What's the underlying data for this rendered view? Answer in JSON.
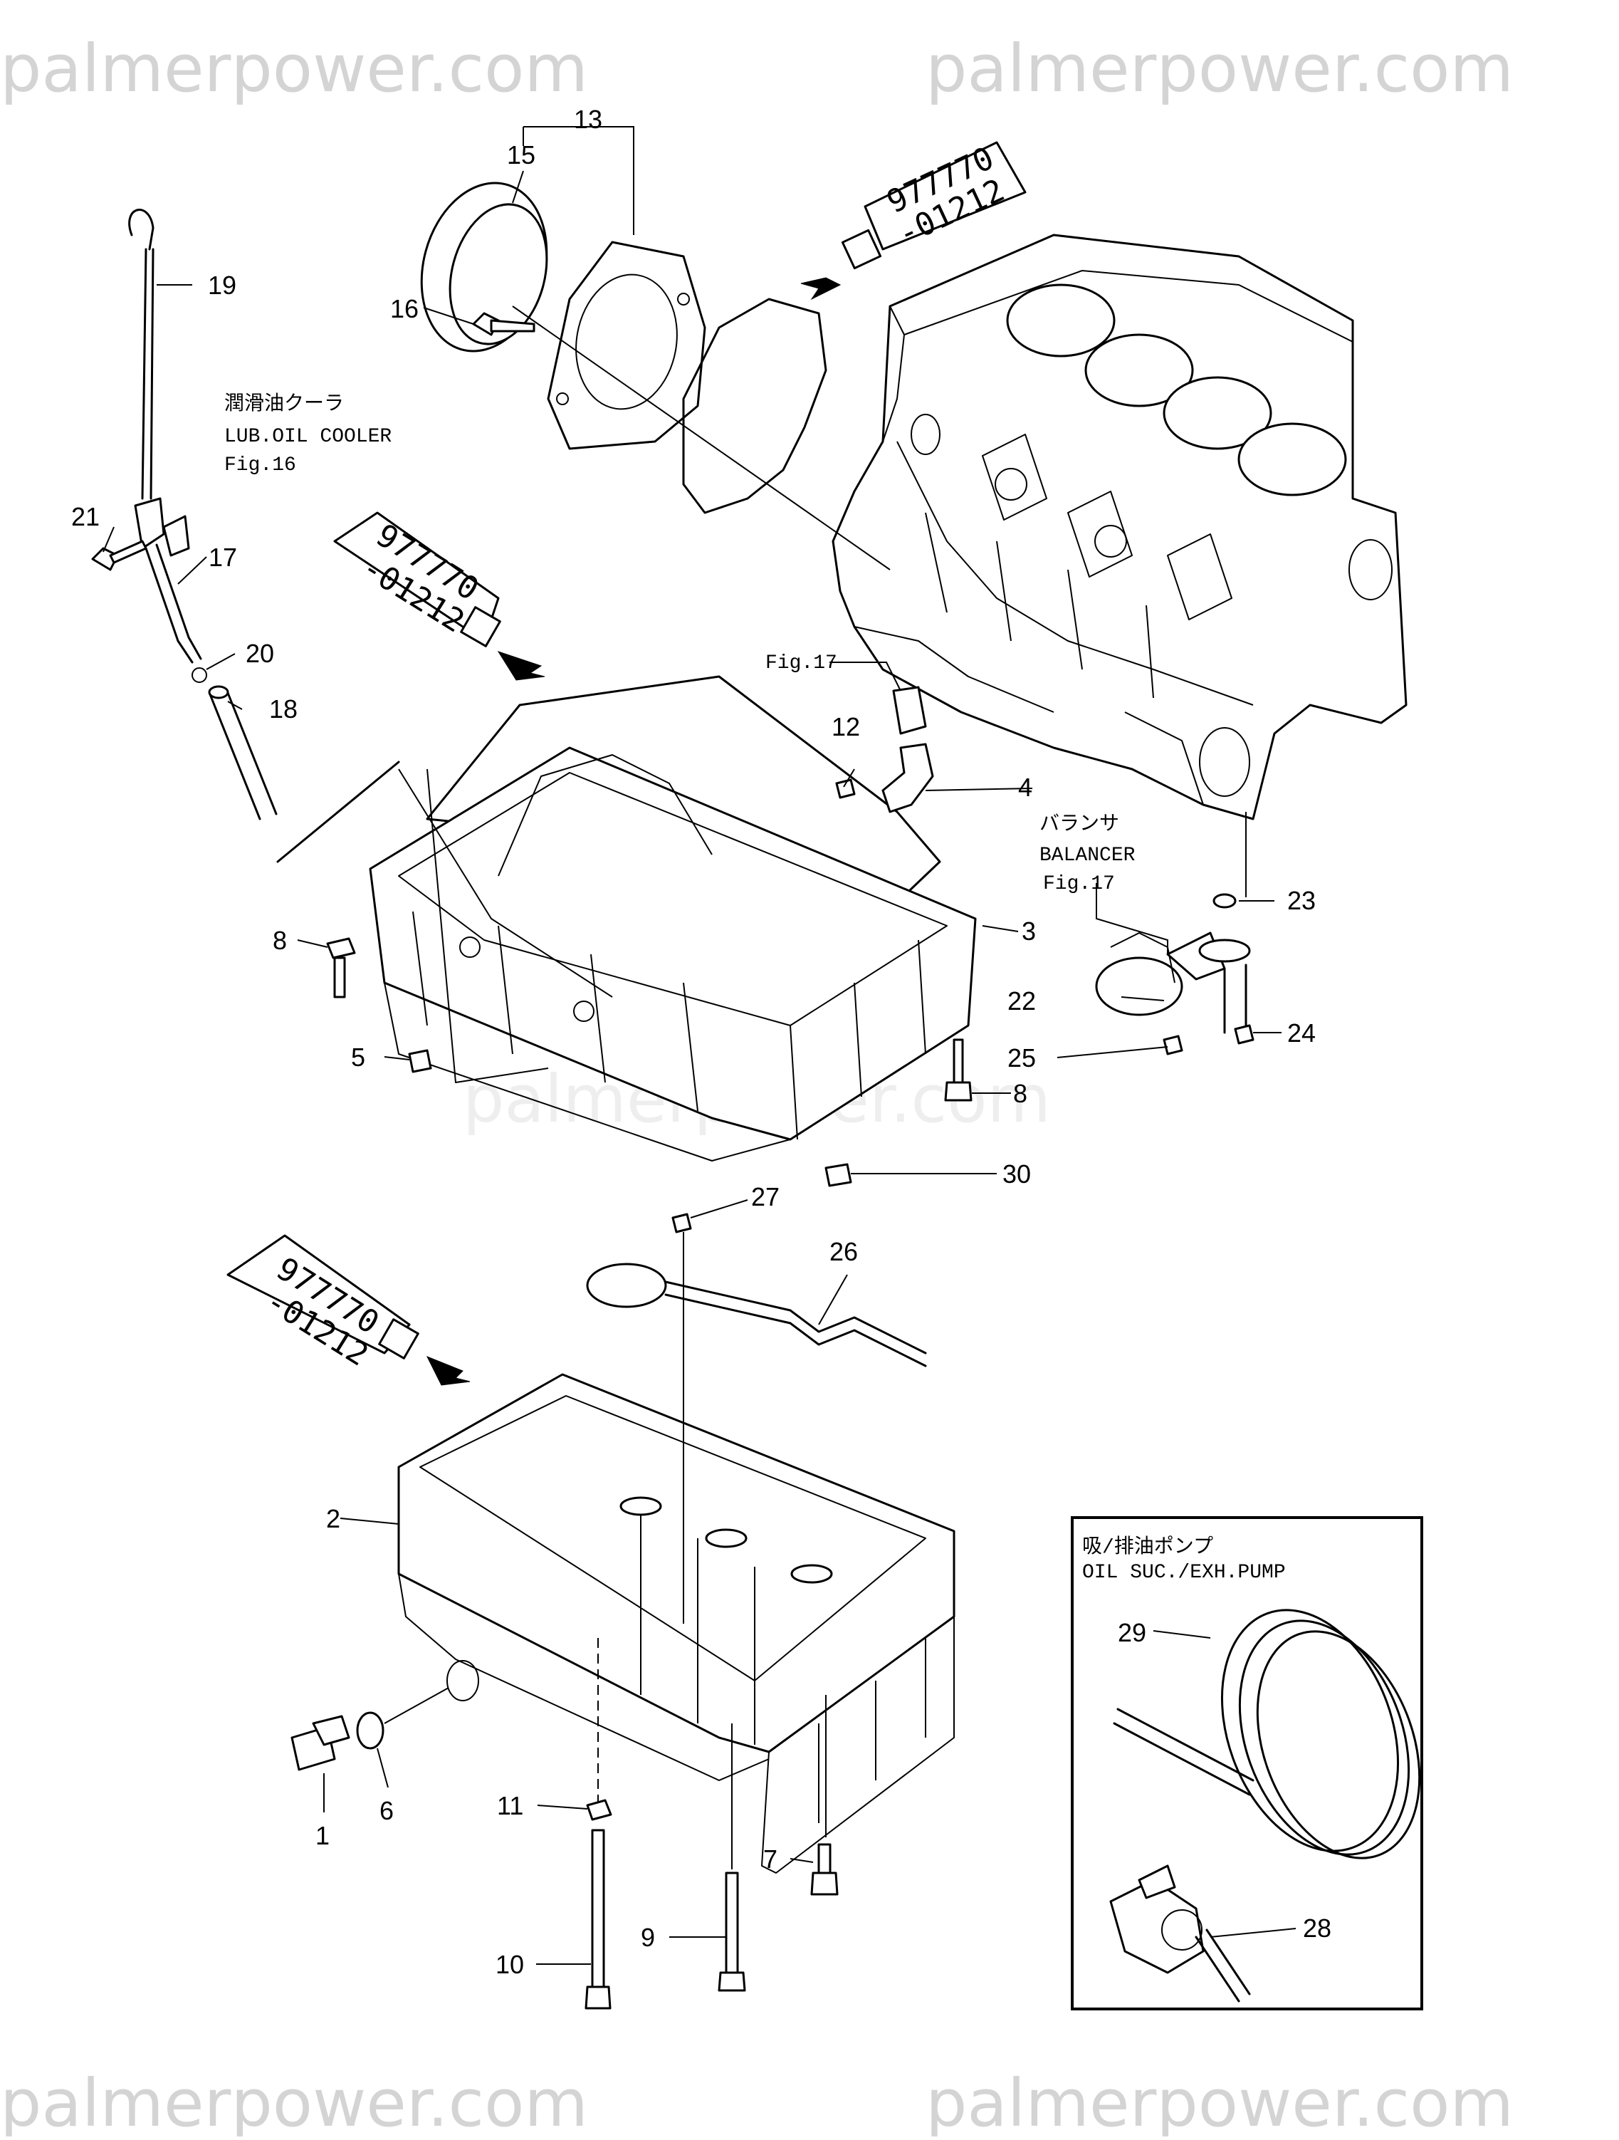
{
  "watermarks": {
    "top_left": "palmerpower.com",
    "top_right": "palmerpower.com",
    "middle": "palmerpower.com",
    "bottom_left": "palmerpower.com",
    "bottom_right": "palmerpower.com"
  },
  "sealant_tube_text": {
    "line1": "977770",
    "line2": "-01212"
  },
  "callouts": {
    "lub_oil_cooler": {
      "jp": "潤滑油クーラ",
      "en": "LUB.OIL COOLER",
      "fig": "Fig.16"
    },
    "fig17_top": "Fig.17",
    "balancer": {
      "jp": "バランサ",
      "en": "BALANCER",
      "fig": "Fig.17"
    },
    "pump_box": {
      "jp": "吸/排油ポンプ",
      "en": "OIL SUC./EXH.PUMP"
    }
  },
  "part_numbers": {
    "p1": "1",
    "p2": "2",
    "p3": "3",
    "p4": "4",
    "p5": "5",
    "p6": "6",
    "p7": "7",
    "p8a": "8",
    "p8b": "8",
    "p9": "9",
    "p10": "10",
    "p11": "11",
    "p12": "12",
    "p13": "13",
    "p15": "15",
    "p16": "16",
    "p17": "17",
    "p18": "18",
    "p19": "19",
    "p20": "20",
    "p21": "21",
    "p22": "22",
    "p23": "23",
    "p24": "24",
    "p25": "25",
    "p26": "26",
    "p27": "27",
    "p28": "28",
    "p29": "29",
    "p30": "30"
  }
}
